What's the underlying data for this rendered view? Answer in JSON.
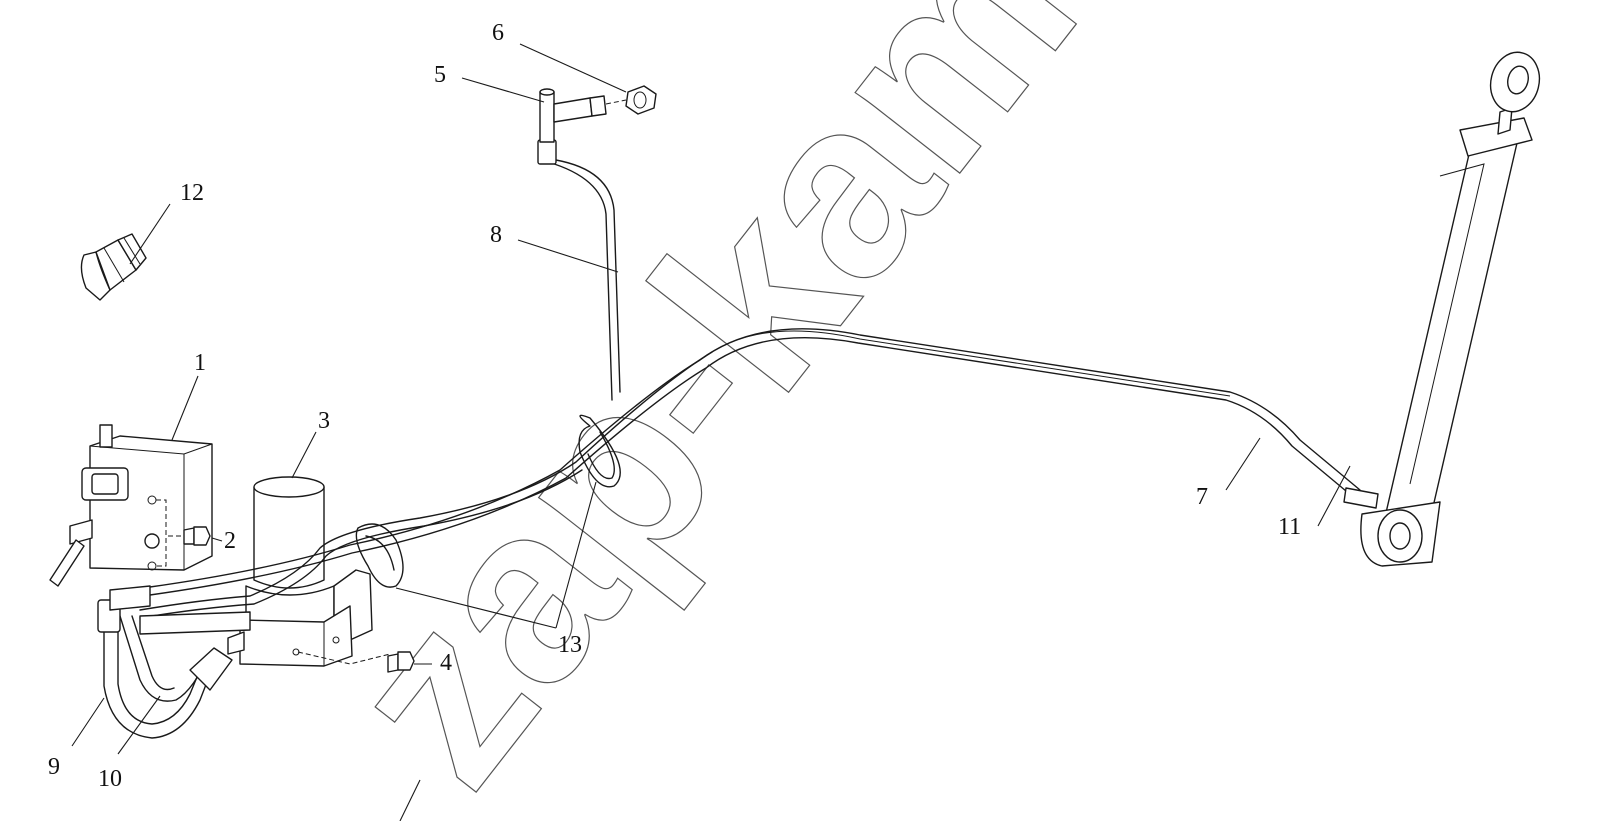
{
  "watermark": "zap-kam.ru",
  "callouts": {
    "c1": "1",
    "c2": "2",
    "c3": "3",
    "c4": "4",
    "c5": "5",
    "c6": "6",
    "c7": "7",
    "c8": "8",
    "c9": "9",
    "c10": "10",
    "c11": "11",
    "c12": "12",
    "c13": "13"
  }
}
